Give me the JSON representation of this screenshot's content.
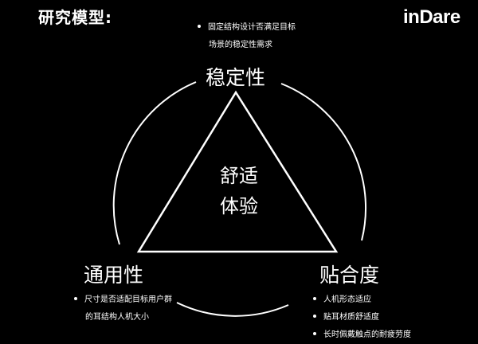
{
  "title": "研究模型:",
  "brand": {
    "logo_text": "inDare"
  },
  "diagram": {
    "center": [
      "舒适",
      "体验"
    ],
    "top": {
      "label": "稳定性",
      "notes": [
        "固定结构设计否满足目标",
        "场景的稳定性需求"
      ]
    },
    "left": {
      "label": "通用性",
      "notes": [
        "尺寸是否适配目标用户群",
        "的耳结构人机大小"
      ]
    },
    "right": {
      "label": "贴合度",
      "notes": [
        "人机形态适应",
        "贴耳材质舒适度",
        "长时佩戴触点的耐疲劳度"
      ]
    }
  }
}
